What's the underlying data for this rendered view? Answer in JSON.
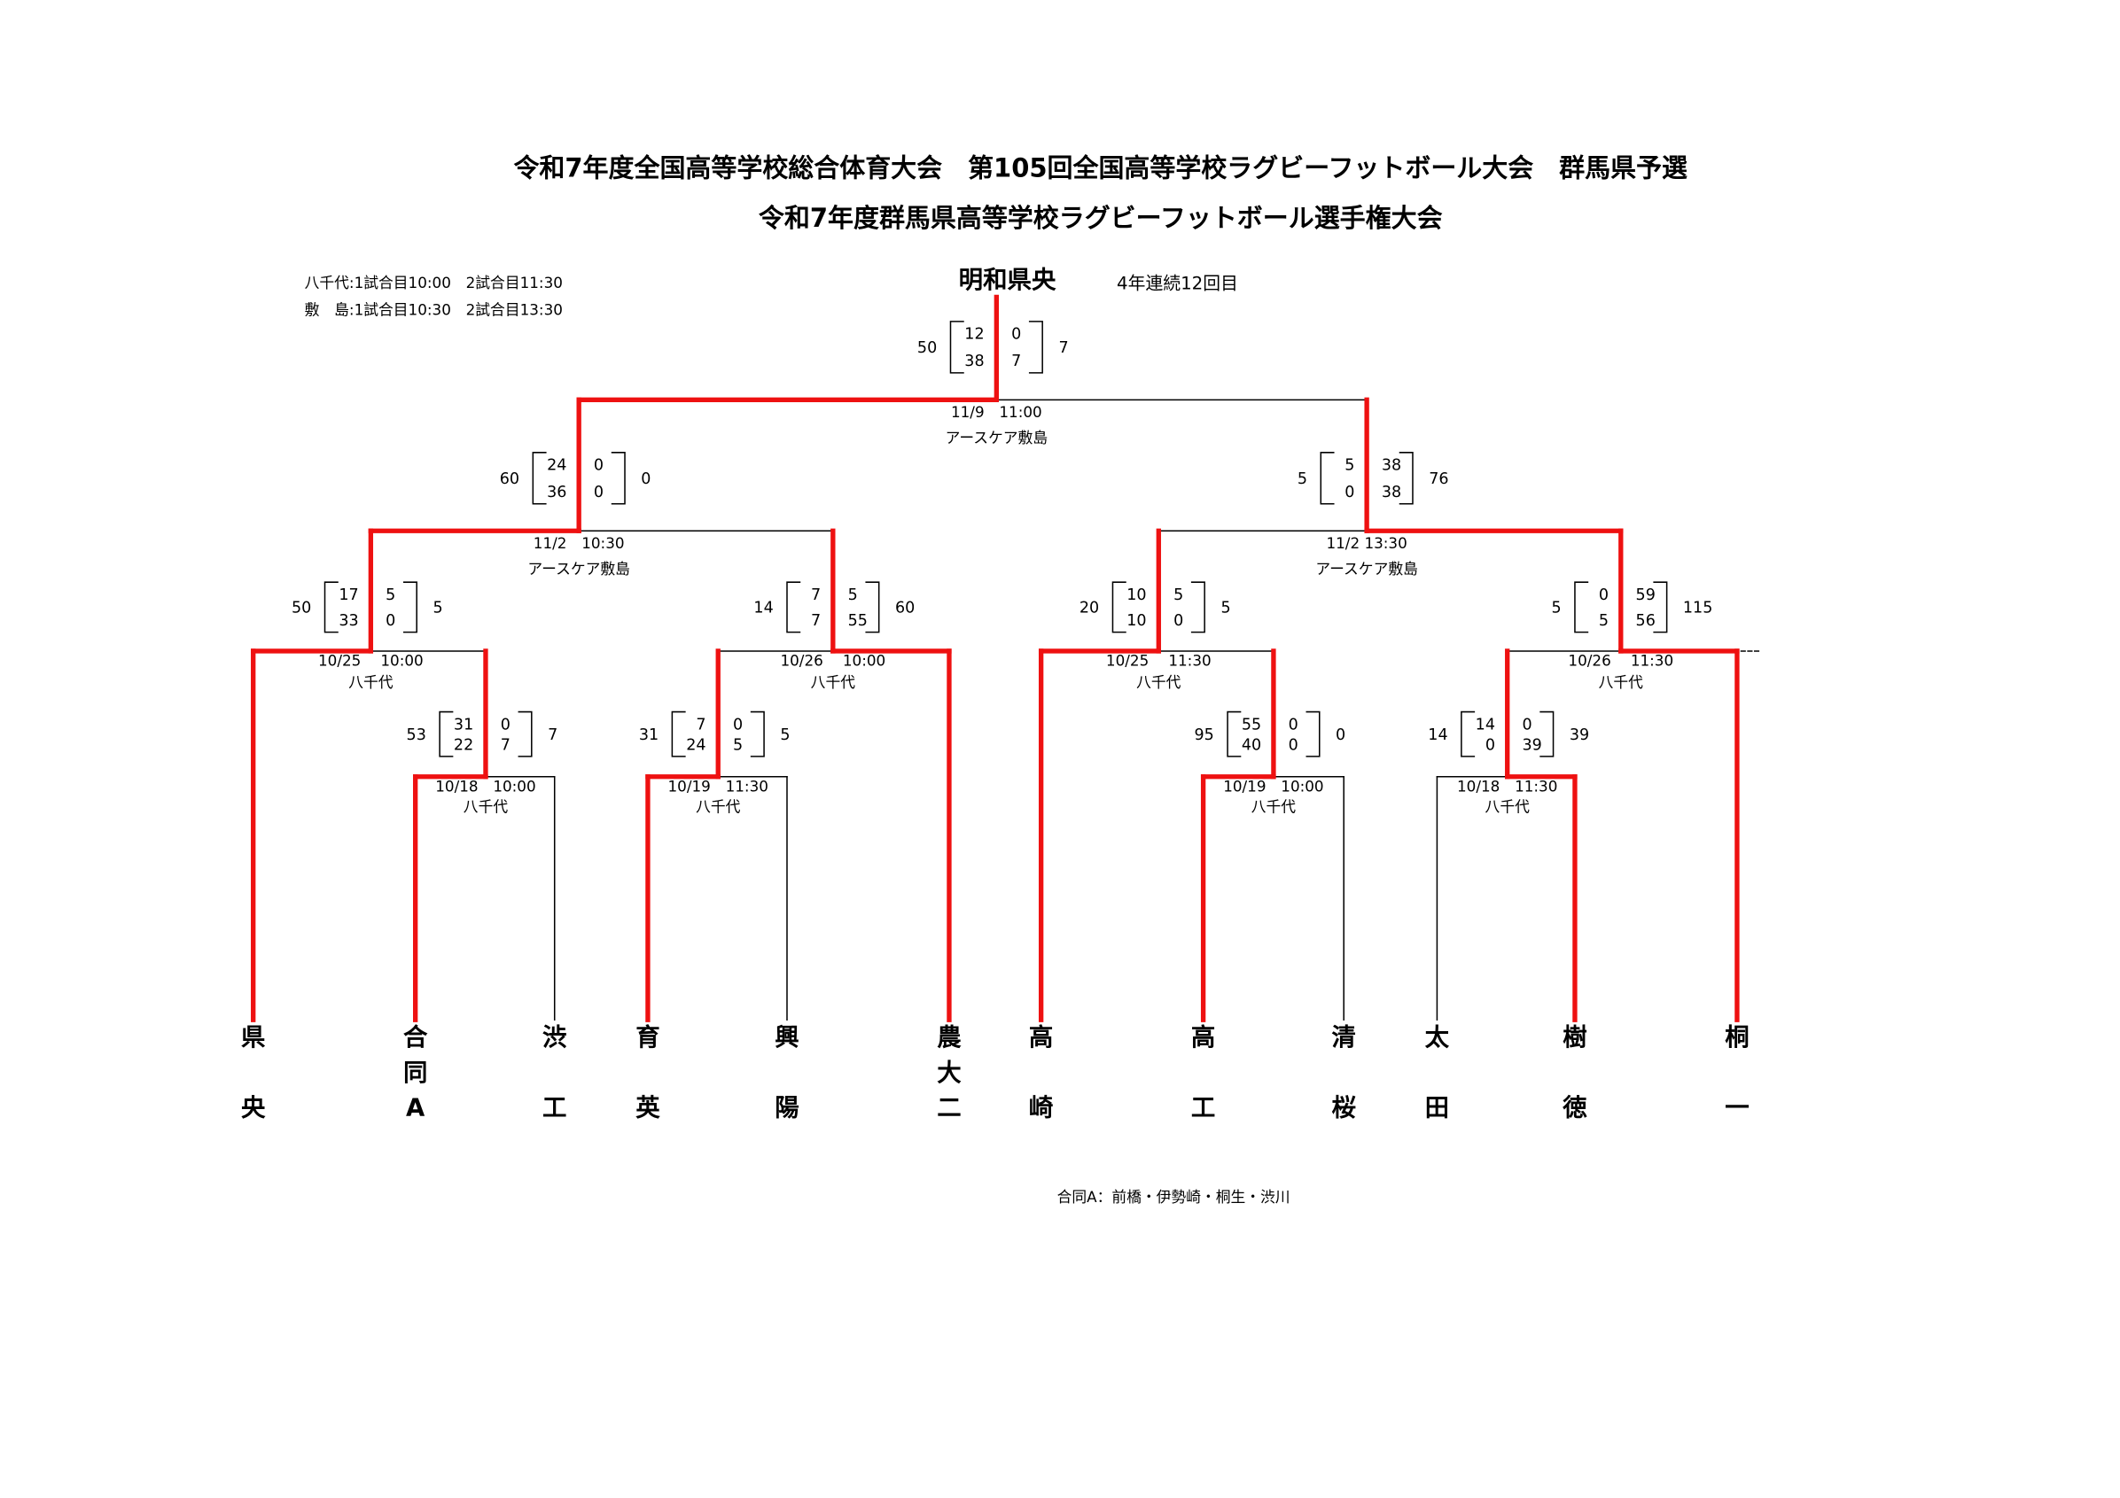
{
  "header": {
    "title_line1": "令和7年度全国高等学校総合体育大会　第105回全国高等学校ラグビーフットボール大会　群馬県予選",
    "title_line2": "令和7年度群馬県高等学校ラグビーフットボール選手権大会"
  },
  "schedule_notes": [
    "八千代:1試合目10:00　2試合目11:30",
    "敷　島:1試合目10:30　2試合目13:30"
  ],
  "champion": {
    "name": "明和県央",
    "note": "4年連続12回目"
  },
  "teams": [
    [
      "県",
      "央"
    ],
    [
      "合",
      "同",
      "A"
    ],
    [
      "渋",
      "工"
    ],
    [
      "育",
      "英"
    ],
    [
      "興",
      "陽"
    ],
    [
      "農",
      "大",
      "二"
    ],
    [
      "高",
      "崎"
    ],
    [
      "高",
      "工"
    ],
    [
      "清",
      "桜"
    ],
    [
      "太",
      "田"
    ],
    [
      "樹",
      "徳"
    ],
    [
      "桐",
      "一"
    ]
  ],
  "matches": {
    "final": {
      "date": "11/9　11:00",
      "venue": "アースケア敷島",
      "left_total": "50",
      "left_halves": [
        "12",
        "38"
      ],
      "right_halves": [
        "0",
        "7"
      ],
      "right_total": "7"
    },
    "semi_left": {
      "date": "11/2　10:30",
      "venue": "アースケア敷島",
      "left_total": "60",
      "left_halves": [
        "24",
        "36"
      ],
      "right_halves": [
        "0",
        "0"
      ],
      "right_total": "0"
    },
    "semi_right": {
      "date": "11/2 13:30",
      "venue": "アースケア敷島",
      "left_total": "5",
      "left_halves": [
        "5",
        "0"
      ],
      "right_halves": [
        "38",
        "38"
      ],
      "right_total": "76"
    },
    "qf1": {
      "date": "10/25　 10:00",
      "venue": "八千代",
      "left_total": "50",
      "left_halves": [
        "17",
        "33"
      ],
      "right_halves": [
        "5",
        "0"
      ],
      "right_total": "5"
    },
    "qf2": {
      "date": "10/26　 10:00",
      "venue": "八千代",
      "left_total": "14",
      "left_halves": [
        "7",
        "7"
      ],
      "right_halves": [
        "5",
        "55"
      ],
      "right_total": "60"
    },
    "qf3": {
      "date": "10/25　 11:30",
      "venue": "八千代",
      "left_total": "20",
      "left_halves": [
        "10",
        "10"
      ],
      "right_halves": [
        "5",
        "0"
      ],
      "right_total": "5"
    },
    "qf4": {
      "date": "10/26　 11:30",
      "venue": "八千代",
      "left_total": "5",
      "left_halves": [
        "0",
        "5"
      ],
      "right_halves": [
        "59",
        "56"
      ],
      "right_total": "115"
    },
    "r1a": {
      "date": "10/18　10:00",
      "venue": "八千代",
      "left_total": "53",
      "left_halves": [
        "31",
        "22"
      ],
      "right_halves": [
        "0",
        "7"
      ],
      "right_total": "7"
    },
    "r1b": {
      "date": "10/19　11:30",
      "venue": "八千代",
      "left_total": "31",
      "left_halves": [
        "7",
        "24"
      ],
      "right_halves": [
        "0",
        "5"
      ],
      "right_total": "5"
    },
    "r1c": {
      "date": "10/19　10:00",
      "venue": "八千代",
      "left_total": "95",
      "left_halves": [
        "55",
        "40"
      ],
      "right_halves": [
        "0",
        "0"
      ],
      "right_total": "0"
    },
    "r1d": {
      "date": "10/18　11:30",
      "venue": "八千代",
      "left_total": "14",
      "left_halves": [
        "14",
        "0"
      ],
      "right_halves": [
        "0",
        "39"
      ],
      "right_total": "39"
    }
  },
  "footer_note": "合同A：前橋・伊勢崎・桐生・渋川",
  "colors": {
    "winner_line": "#ee1111",
    "line": "#000000"
  }
}
